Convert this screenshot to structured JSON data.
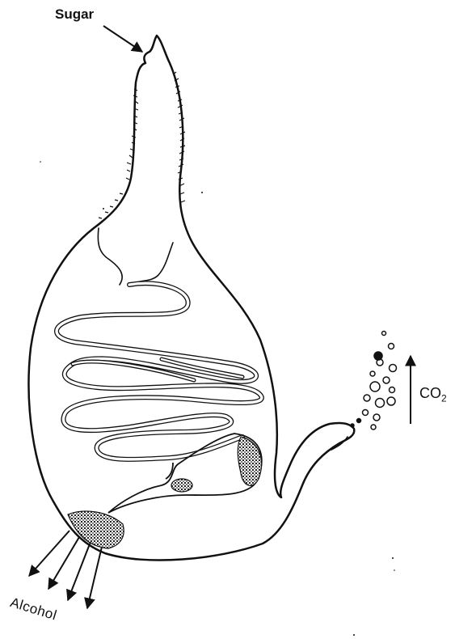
{
  "labels": {
    "input": "Sugar",
    "gas_main": "CO",
    "gas_sub": "2",
    "output": "Alcohol"
  },
  "colors": {
    "ink": "#111111",
    "paper": "#ffffff",
    "shade": "#3a3a3a"
  },
  "icons": {
    "input_arrow": "arrow-icon",
    "gas_arrow": "up-arrow-icon",
    "output_arrows": "arrow-icon"
  }
}
